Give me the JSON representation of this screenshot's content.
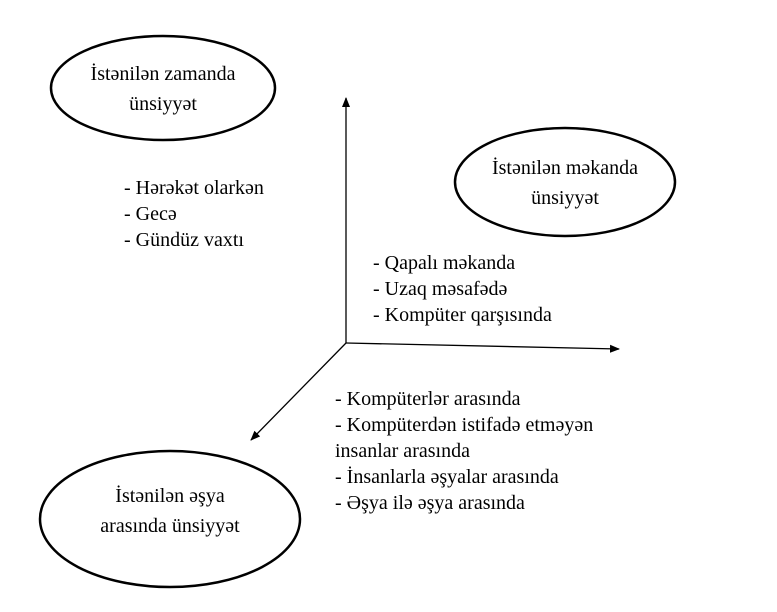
{
  "nodes": {
    "time": {
      "line1": "İstənilən zamanda",
      "line2": "ünsiyyət"
    },
    "place": {
      "line1": "İstənilən məkanda",
      "line2": "ünsiyyət"
    },
    "thing": {
      "line1": "İstənilən əşya",
      "line2": "arasında ünsiyyət"
    }
  },
  "lists": {
    "time": [
      "- Hərəkət olarkən",
      "- Gecə",
      "- Gündüz vaxtı"
    ],
    "place": [
      "- Qapalı məkanda",
      "- Uzaq məsafədə",
      "- Kompüter qarşısında"
    ],
    "thing": [
      "- Kompüterlər arasında",
      "- Kompüterdən istifadə etməyən",
      "insanlar arasında",
      "- İnsanlarla əşyalar arasında",
      "- Əşya ilə əşya arasında"
    ]
  },
  "colors": {
    "stroke": "#000000",
    "background": "#ffffff"
  }
}
